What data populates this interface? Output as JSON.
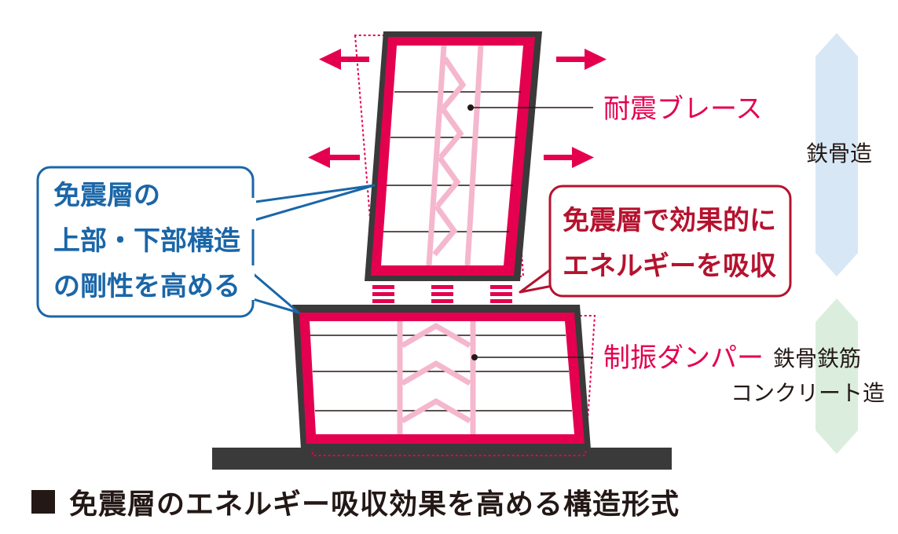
{
  "colors": {
    "accent": "#e4004f",
    "brace": "#f5b7ce",
    "frame": "#3a3a3a",
    "callout_blue": "#1a66a8",
    "callout_red": "#b5122e",
    "band_steel": "#d7e7f6",
    "band_src": "#dbeedd",
    "ground": "#3a3a3a"
  },
  "labels": {
    "brace": "耐震ブレース",
    "damper": "制振ダンパー",
    "steel": "鉄骨造",
    "src_line1": "鉄骨鉄筋",
    "src_line2": "コンクリート造"
  },
  "callouts": {
    "blue": [
      "免震層の",
      "上部・下部構造",
      "の剛性を高める"
    ],
    "red": [
      "免震層で効果的に",
      "エネルギーを吸収"
    ]
  },
  "caption": "免震層のエネルギー吸収効果を高める構造形式",
  "icons": {
    "caption_marker": "black-square-icon",
    "movement_arrows": "arrow-icon"
  }
}
